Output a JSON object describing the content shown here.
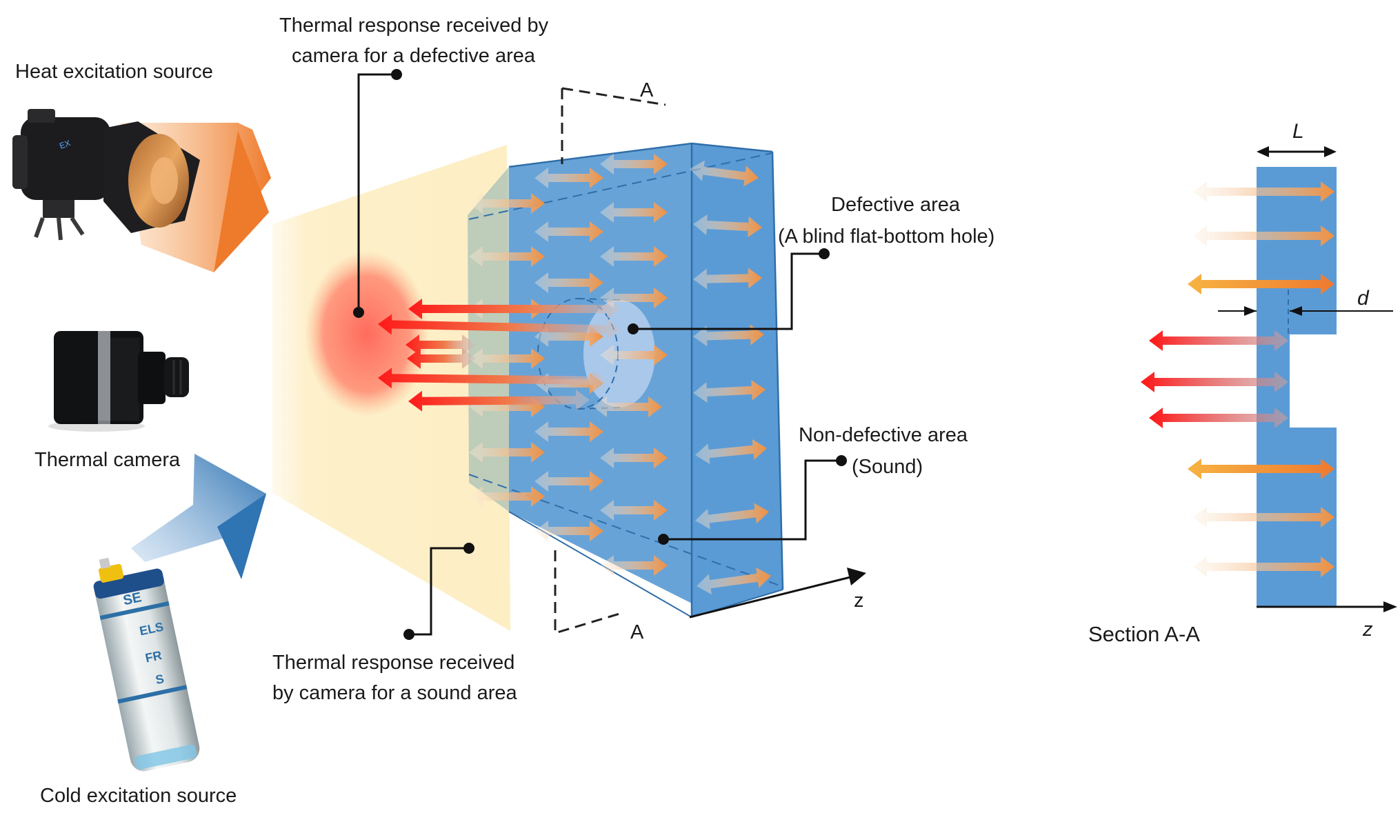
{
  "labels": {
    "heat_source": "Heat excitation source",
    "camera": "Thermal camera",
    "cold_source": "Cold excitation source",
    "defect_response_line1": "Thermal response received by",
    "defect_response_line2": "camera for a defective area",
    "sound_response_line1": "Thermal response received",
    "sound_response_line2": "by camera for a sound area",
    "defective_area_line1": "Defective area",
    "defective_area_line2": "(A blind flat-bottom hole)",
    "non_defective_line1": "Non-defective area",
    "non_defective_line2": "(Sound)",
    "section_marker": "A",
    "axis_z": "z",
    "section_title": "Section A-A",
    "dim_L": "L",
    "dim_d": "d"
  },
  "spray_can_text": [
    "SE",
    "ELS",
    "FR",
    "S"
  ],
  "colors": {
    "specimen_blue": "#5b9bd5",
    "specimen_edge": "#2f6ea8",
    "defect_hole": "#a9c8ea",
    "response_field": "#fdeec4",
    "hot_spot": "#ff7a6a",
    "arrow_hot": "#ff1a1a",
    "arrow_warm": "#f08a32",
    "arrow_light": "#f6e2c0",
    "heat_beam": "#f0843a",
    "cold_beam": "#3d7fb8"
  }
}
